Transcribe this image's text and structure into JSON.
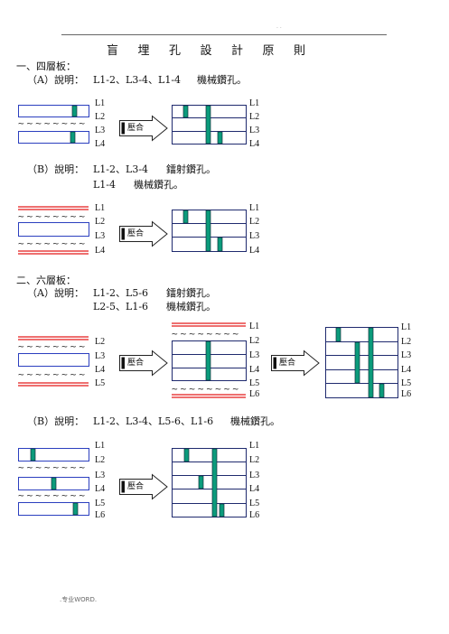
{
  "page": {
    "top_marks": ". .",
    "footer": ".专业WORD."
  },
  "title": "盲埋孔設計原則",
  "four_layer": {
    "heading": "一、四層板：",
    "case_a": {
      "label": "（A）說明：",
      "lines": [
        {
          "layers": "L1-2、L3-4、L1-4",
          "method": "機械鑽孔。"
        }
      ]
    },
    "case_b": {
      "label": "（B）說明：",
      "lines": [
        {
          "layers": "L1-2、L3-4",
          "method": "鐳射鑽孔。"
        },
        {
          "layers": "L1-4",
          "method": "機械鑽孔。"
        }
      ]
    }
  },
  "six_layer": {
    "heading": "二、六層板：",
    "case_a": {
      "label": "（A）說明：",
      "lines": [
        {
          "layers": "L1-2、L5-6",
          "method": "鐳射鑽孔。"
        },
        {
          "layers": "L2-5、L1-6",
          "method": "機械鑽孔。"
        }
      ]
    },
    "case_b": {
      "label": "（B）說明：",
      "lines": [
        {
          "layers": "L1-2、L3-4、L5-6、L1-6",
          "method": "機械鑽孔。"
        }
      ]
    }
  },
  "diagram": {
    "press_label": "壓合",
    "prepreg_mark": "~~~~~~~~",
    "four_a": {
      "before_layers": [
        "L1",
        "L2",
        "L3",
        "L4"
      ],
      "after_layers": [
        "L1",
        "L2",
        "L3",
        "L4"
      ]
    },
    "four_b": {
      "before_layers": [
        "L1",
        "L2",
        "L3",
        "L4"
      ],
      "after_layers": [
        "L1",
        "L2",
        "L3",
        "L4"
      ]
    },
    "six_a": {
      "before_layers": [
        "L2",
        "L3",
        "L4",
        "L5"
      ],
      "middle_layers": [
        "L1",
        "L2",
        "L3",
        "L4",
        "L5",
        "L6"
      ],
      "after_layers": [
        "L1",
        "L2",
        "L3",
        "L4",
        "L5",
        "L6"
      ]
    },
    "six_b": {
      "before_layers": [
        "L1",
        "L2",
        "L3",
        "L4",
        "L5",
        "L6"
      ],
      "after_layers": [
        "L1",
        "L2",
        "L3",
        "L4",
        "L5",
        "L6"
      ]
    }
  },
  "colors": {
    "copper_foil": "#e31b1b",
    "core_outline": "#2b3fbf",
    "stack_outline": "#1f2a6e",
    "via_fill": "#0b9b7b",
    "text": "#111111"
  }
}
